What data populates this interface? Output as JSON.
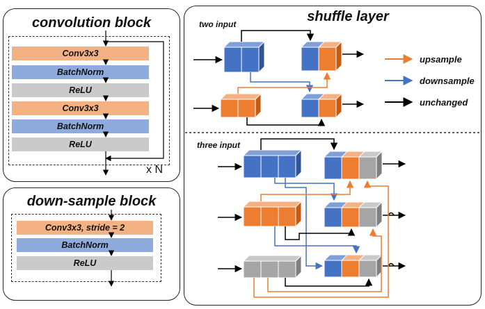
{
  "conv_block": {
    "title": "convolution block",
    "layers": [
      "Conv3x3",
      "BatchNorm",
      "ReLU",
      "Conv3x3",
      "BatchNorm",
      "ReLU"
    ],
    "repeat": "x N"
  },
  "down_block": {
    "title": "down-sample block",
    "layers": [
      "Conv3x3, stride = 2",
      "BatchNorm",
      "ReLU"
    ]
  },
  "shuffle": {
    "title": "shuffle layer",
    "two_input": "two input",
    "three_input": "three input",
    "legend": [
      {
        "label": "upsample",
        "color": "#ed7d31"
      },
      {
        "label": "downsample",
        "color": "#4472c4"
      },
      {
        "label": "unchanged",
        "color": "#000000"
      }
    ]
  },
  "colors": {
    "orange": "#ed7d31",
    "blue": "#4472c4",
    "gray": "#a5a5a5"
  }
}
